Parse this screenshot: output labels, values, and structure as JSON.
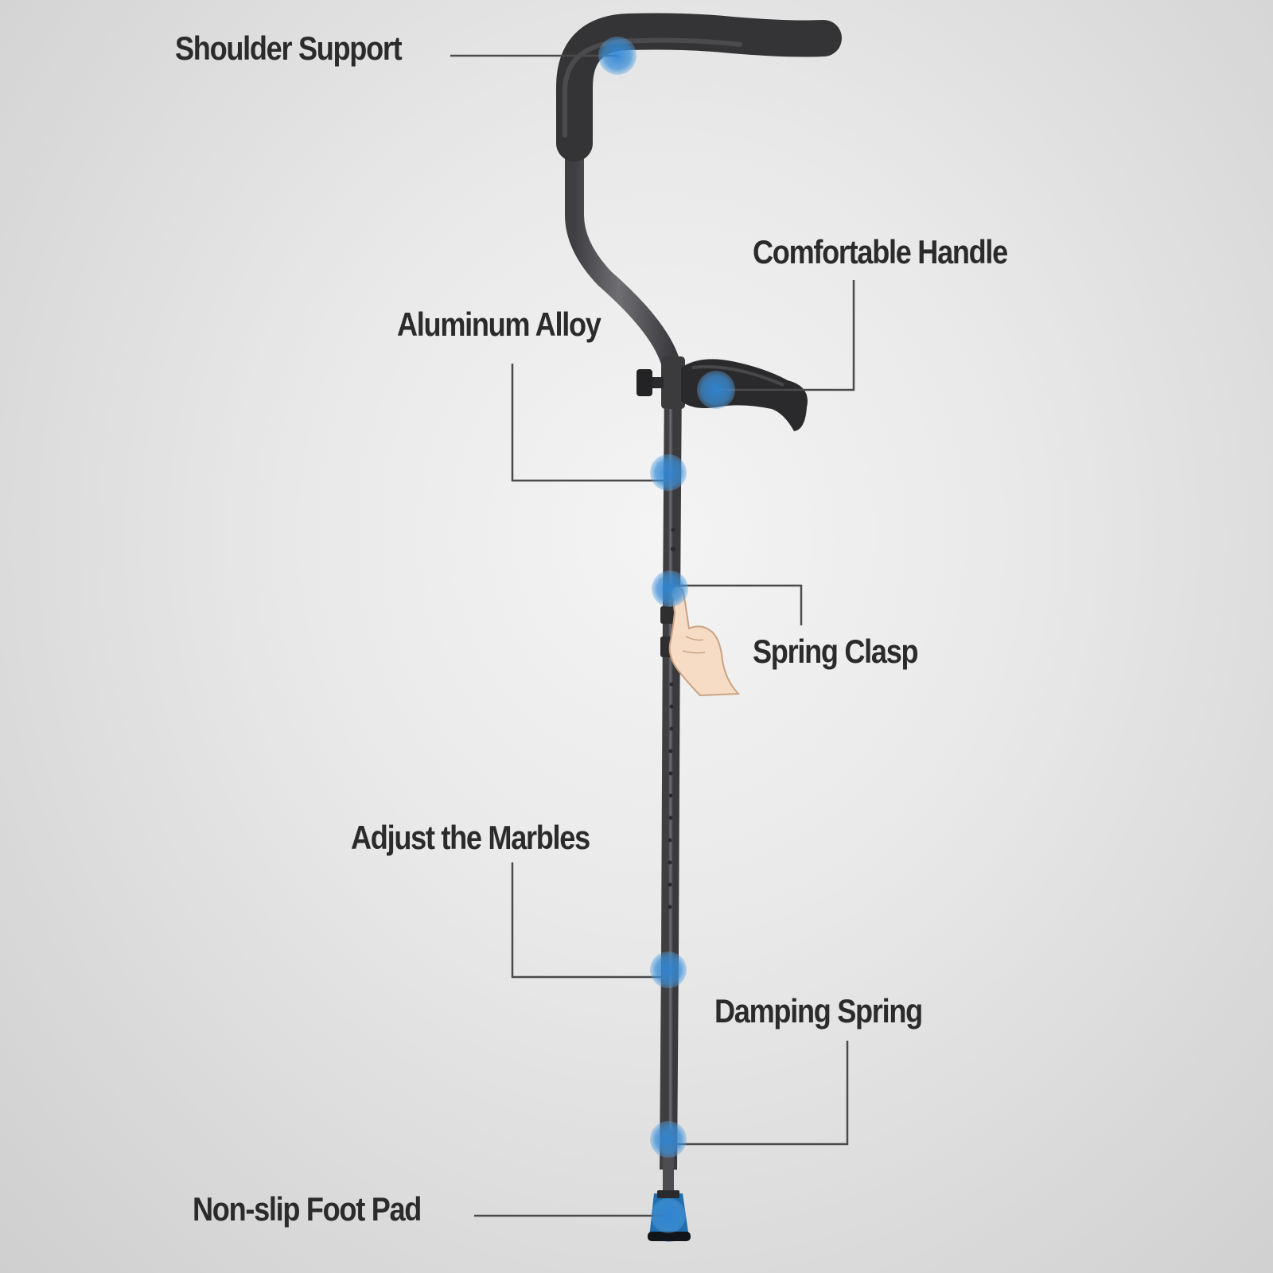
{
  "labels": {
    "shoulder_support": "Shoulder Support",
    "comfortable_handle": "Comfortable Handle",
    "aluminum_alloy": "Aluminum Alloy",
    "spring_clasp": "Spring Clasp",
    "adjust_the_marbles": "Adjust the Marbles",
    "damping_spring": "Damping Spring",
    "non_slip_foot_pad": "Non-slip Foot Pad"
  },
  "colors": {
    "background": "#e6e6e6",
    "crutch_metal": "#5a5a5e",
    "foam": "#3a3a3c",
    "label_text": "#2b2b2b",
    "leader_line": "#4a4a4a",
    "highlight_dot": "#3d8fd6",
    "foot_pad": "#1f6fb0"
  }
}
